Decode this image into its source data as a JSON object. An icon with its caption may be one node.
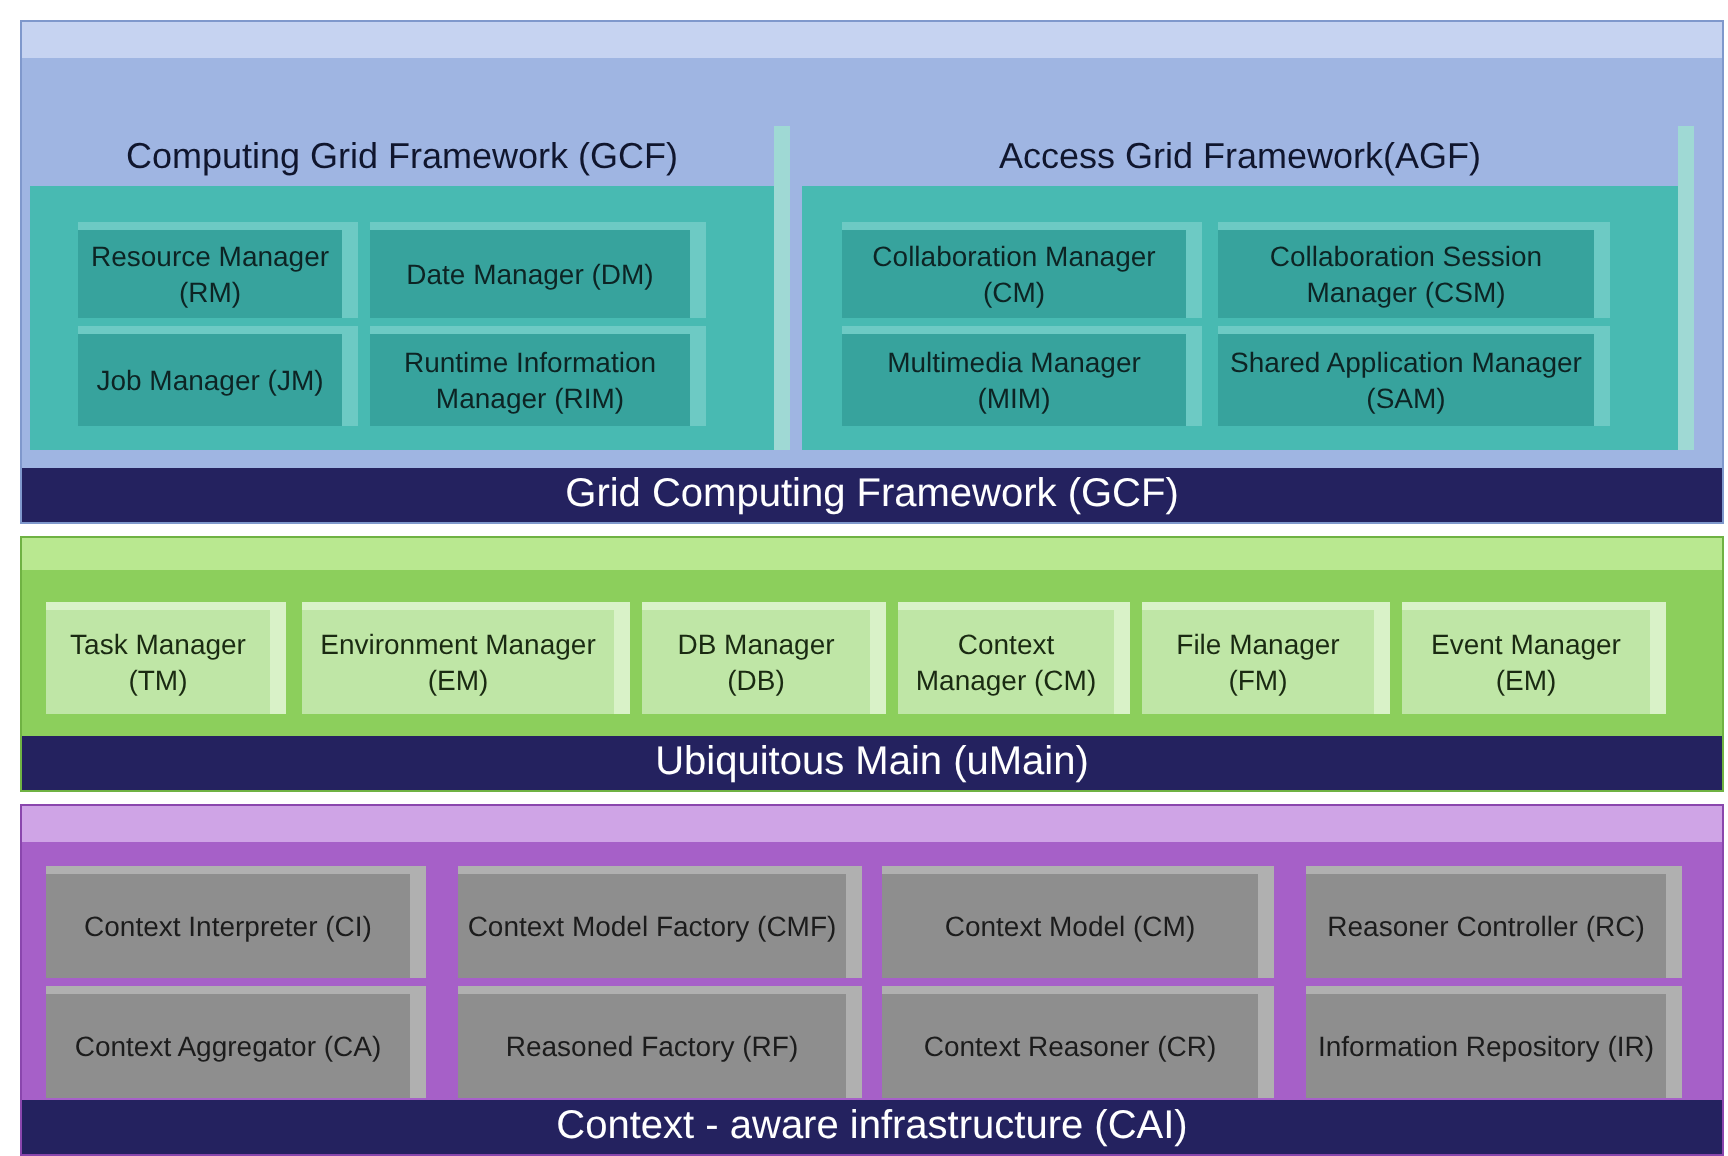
{
  "diagram": {
    "nodes": [
      {
        "text": [
          "Grid Computing Framework (GCF)"
        ]
      },
      {
        "text": [
          "Computing Grid Framework (GCF)"
        ],
        "in": 0
      },
      {
        "text": [
          "Resource Manager (RM)"
        ],
        "in": 1
      },
      {
        "text": [
          "Date Manager (DM)"
        ],
        "in": 1
      },
      {
        "text": [
          "Job Manager (JM)"
        ],
        "in": 1
      },
      {
        "text": [
          "Runtime Information Manager (RIM)"
        ],
        "in": 1
      },
      {
        "text": [
          "Access Grid Framework(AGF)"
        ],
        "in": 0
      },
      {
        "text": [
          "Collaboration Manager (CM)"
        ],
        "in": 6
      },
      {
        "text": [
          "Collaboration Session Manager (CSM)"
        ],
        "in": 6
      },
      {
        "text": [
          "Multimedia Manager (MIM)"
        ],
        "in": 6
      },
      {
        "text": [
          "Shared Application Manager (SAM)"
        ],
        "in": 6
      },
      {
        "text": [
          "Ubiquitous Main (uMain)"
        ]
      },
      {
        "text": [
          "Task Manager (TM)"
        ],
        "in": 11
      },
      {
        "text": [
          "Environment Manager (EM)"
        ],
        "in": 11
      },
      {
        "text": [
          "DB Manager (DB)"
        ],
        "in": 11
      },
      {
        "text": [
          "Context Manager (CM)"
        ],
        "in": 11
      },
      {
        "text": [
          "File Manager (FM)"
        ],
        "in": 11
      },
      {
        "text": [
          "Event Manager (EM)"
        ],
        "in": 11
      },
      {
        "text": [
          "Context - aware infrastructure (CAI)"
        ]
      },
      {
        "text": [
          "Context Interpreter (CI)"
        ],
        "in": 18
      },
      {
        "text": [
          "Context Model Factory (CMF)"
        ],
        "in": 18
      },
      {
        "text": [
          "Context Model (CM)"
        ],
        "in": 18
      },
      {
        "text": [
          "Reasoner Controller (RC)"
        ],
        "in": 18
      },
      {
        "text": [
          "Context Aggregator (CA)"
        ],
        "in": 18
      },
      {
        "text": [
          "Reasoned Factory (RF)"
        ],
        "in": 18
      },
      {
        "text": [
          "Context Reasoner (CR)"
        ],
        "in": 18
      },
      {
        "text": [
          "Information Repository (IR)"
        ],
        "in": 18
      }
    ]
  }
}
